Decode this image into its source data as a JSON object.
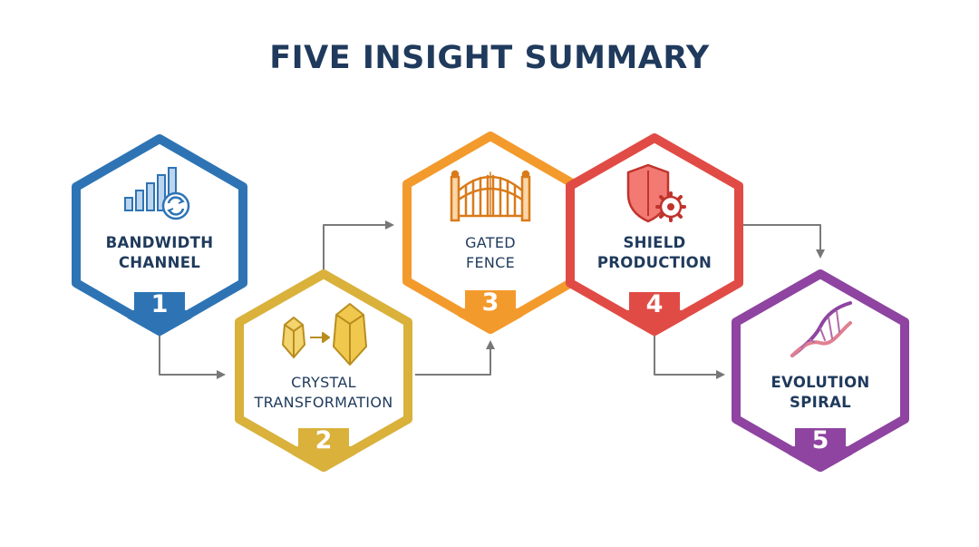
{
  "title": "FIVE INSIGHT SUMMARY",
  "steps": [
    {
      "number": "1",
      "line1": "BANDWIDTH",
      "line2": "CHANNEL",
      "color": "#2e74b5",
      "icon": "bandwidth-bars-icon"
    },
    {
      "number": "2",
      "line1": "CRYSTAL",
      "line2": "TRANSFORMATION",
      "color": "#d9b13b",
      "icon": "crystal-transform-icon"
    },
    {
      "number": "3",
      "line1": "GATED",
      "line2": "FENCE",
      "color": "#f39a2c",
      "icon": "gate-icon"
    },
    {
      "number": "4",
      "line1": "SHIELD",
      "line2": "PRODUCTION",
      "color": "#e14b45",
      "icon": "shield-gear-icon"
    },
    {
      "number": "5",
      "line1": "EVOLUTION",
      "line2": "SPIRAL",
      "color": "#8e44a0",
      "icon": "dna-icon"
    }
  ]
}
